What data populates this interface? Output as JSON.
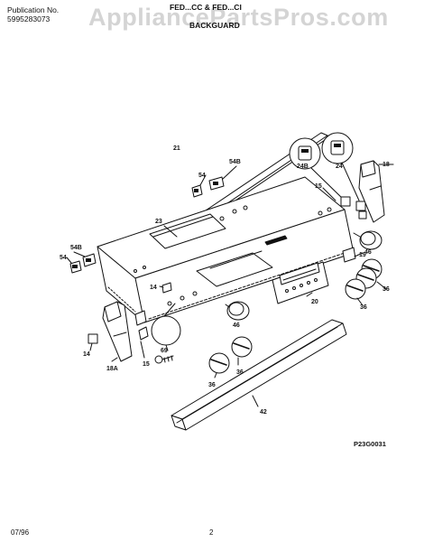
{
  "header": {
    "publication_label": "Publication No.",
    "publication_number": "5995283073",
    "models": "FED...CC & FED...CI",
    "section_title": "BACKGUARD",
    "watermark": "AppliancePartsPros.com"
  },
  "diagram_code": "P23G0031",
  "footer": {
    "date": "07/96",
    "page_number": "2"
  },
  "callouts": {
    "c21": "21",
    "c54_top": "54",
    "c54b_top": "54B",
    "c15_top": "15",
    "c24b": "24B",
    "c24": "24",
    "c18_right": "18",
    "c23": "23",
    "c54b_left": "54B",
    "c54_left": "54",
    "c14_mid": "14",
    "c46_right": "46",
    "c19": "19",
    "c36_right": "36",
    "c20": "20",
    "c36_mid": "36",
    "c46_left": "46",
    "c14_left": "14",
    "c69": "69",
    "c15_bottom": "15",
    "c18a": "18A",
    "c36_bl": "36",
    "c36_bm": "36",
    "c42": "42"
  }
}
